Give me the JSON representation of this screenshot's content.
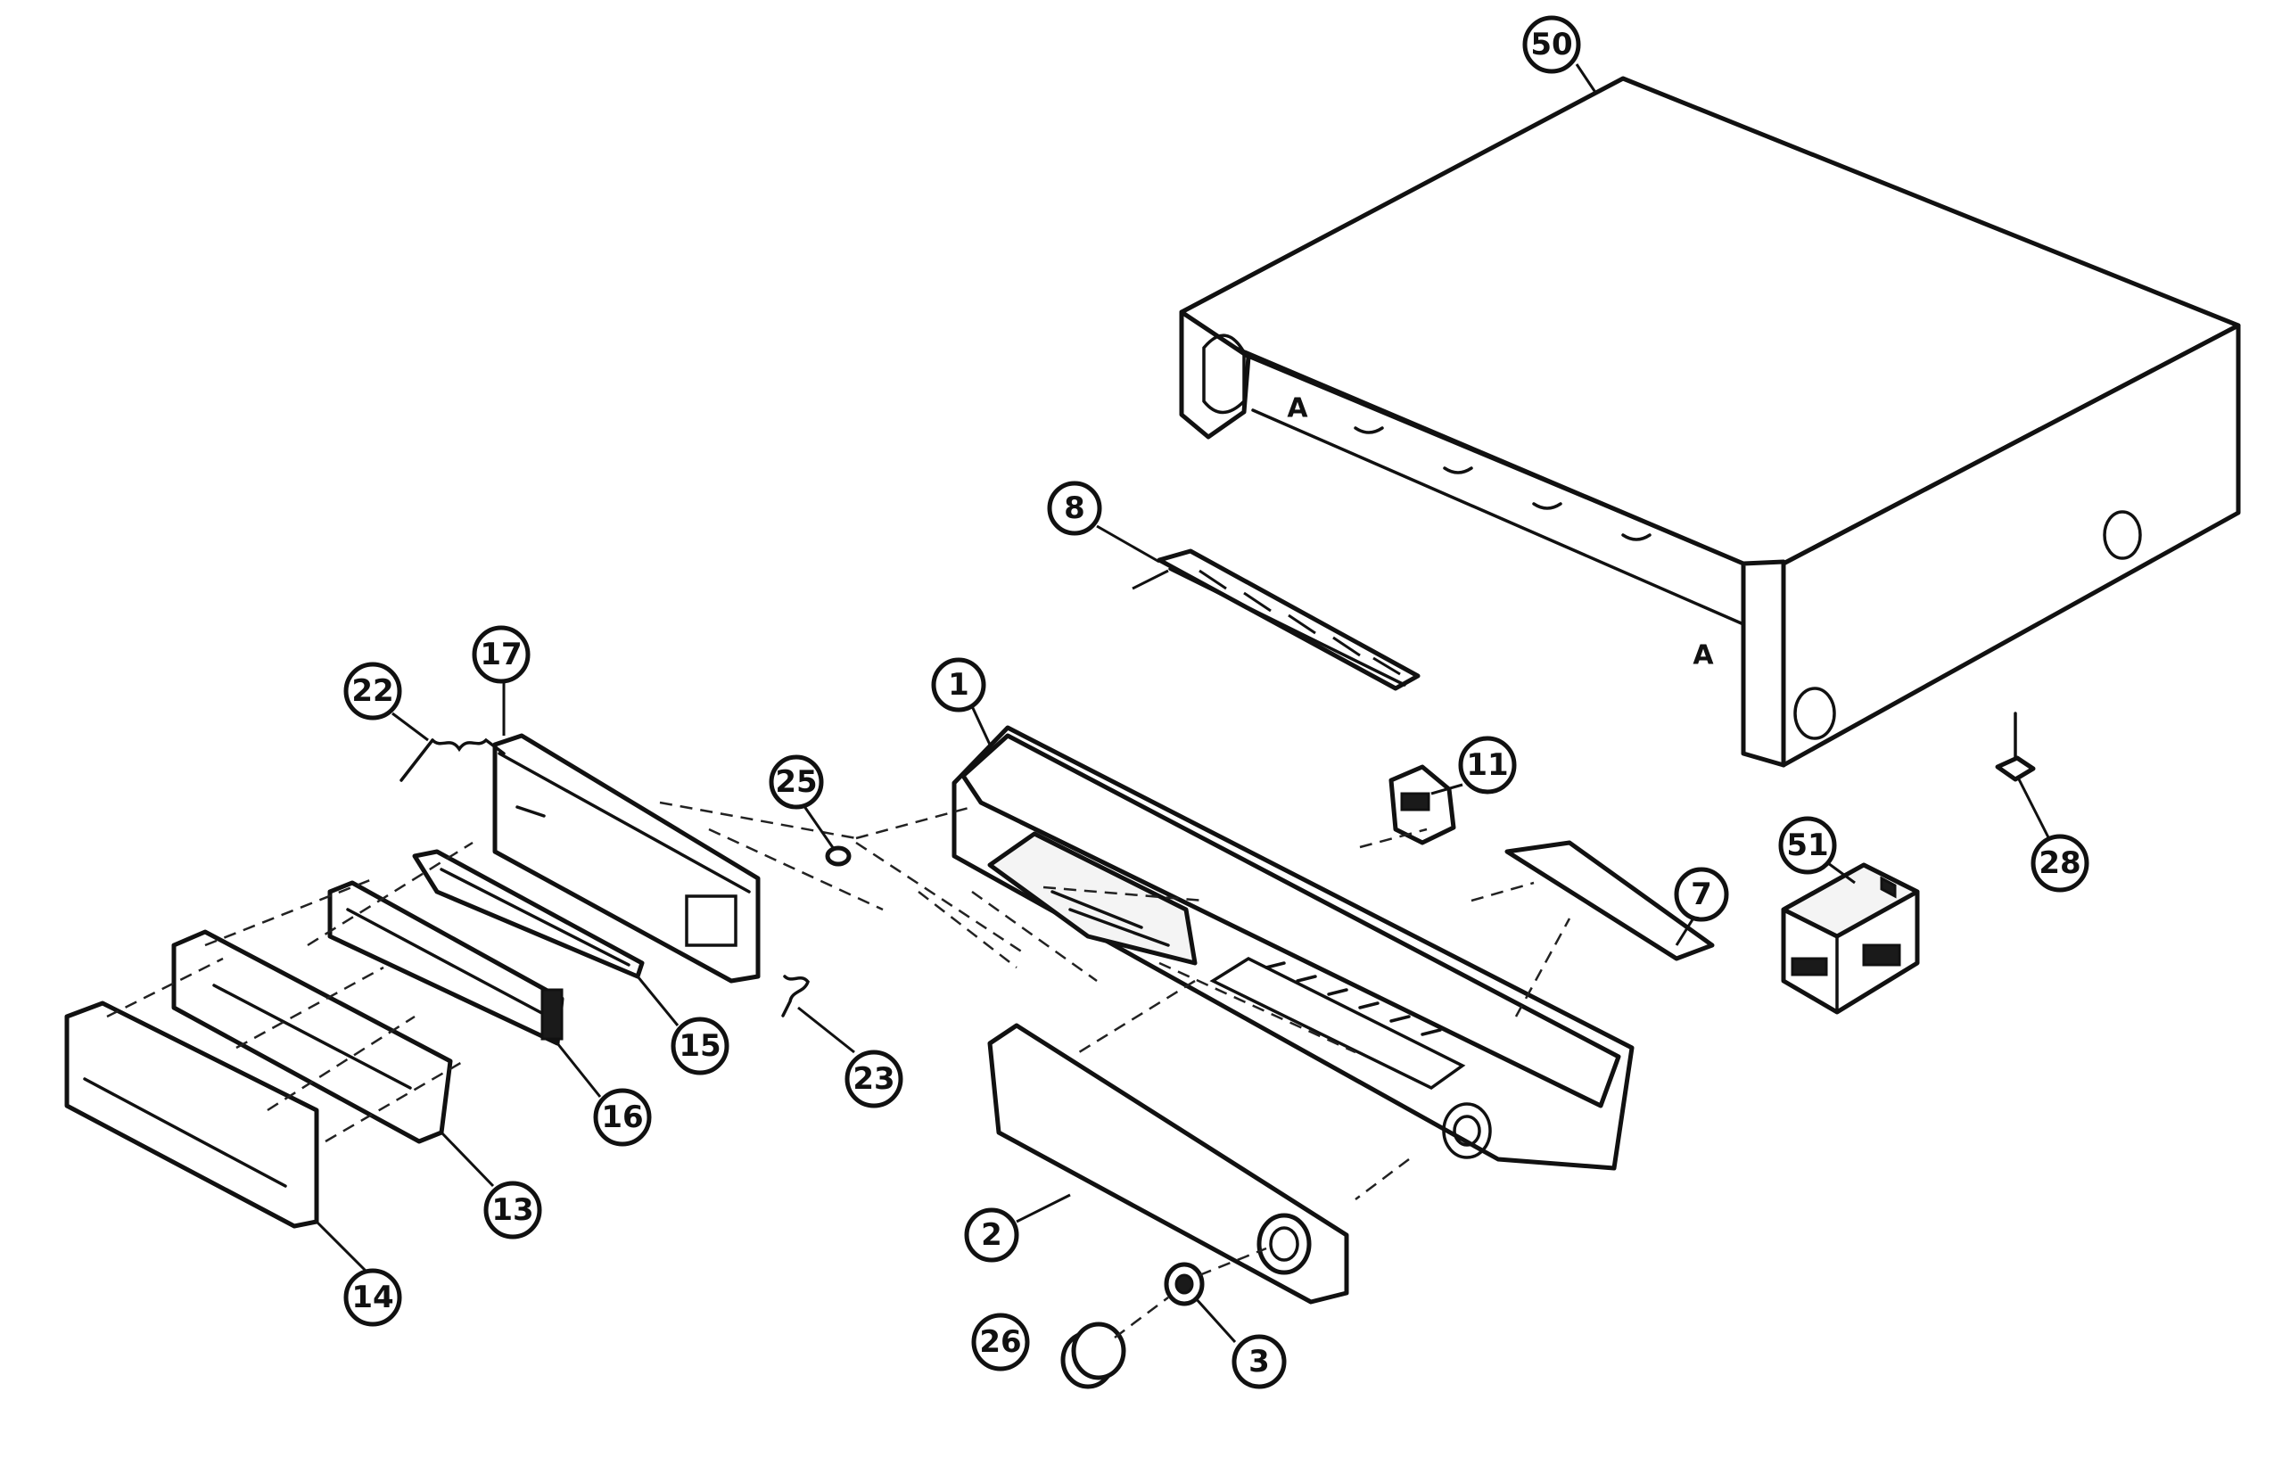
{
  "callouts": [
    {
      "id": "part-50",
      "label": "50"
    },
    {
      "id": "part-8",
      "label": "8"
    },
    {
      "id": "part-1",
      "label": "1"
    },
    {
      "id": "part-11",
      "label": "11"
    },
    {
      "id": "part-7",
      "label": "7"
    },
    {
      "id": "part-51",
      "label": "51"
    },
    {
      "id": "part-28",
      "label": "28"
    },
    {
      "id": "part-25",
      "label": "25"
    },
    {
      "id": "part-17",
      "label": "17"
    },
    {
      "id": "part-22",
      "label": "22"
    },
    {
      "id": "part-15",
      "label": "15"
    },
    {
      "id": "part-16",
      "label": "16"
    },
    {
      "id": "part-13",
      "label": "13"
    },
    {
      "id": "part-14",
      "label": "14"
    },
    {
      "id": "part-23",
      "label": "23"
    },
    {
      "id": "part-2",
      "label": "2"
    },
    {
      "id": "part-3",
      "label": "3"
    },
    {
      "id": "part-26",
      "label": "26"
    }
  ],
  "markers": {
    "a_left": "A",
    "a_right": "A"
  }
}
